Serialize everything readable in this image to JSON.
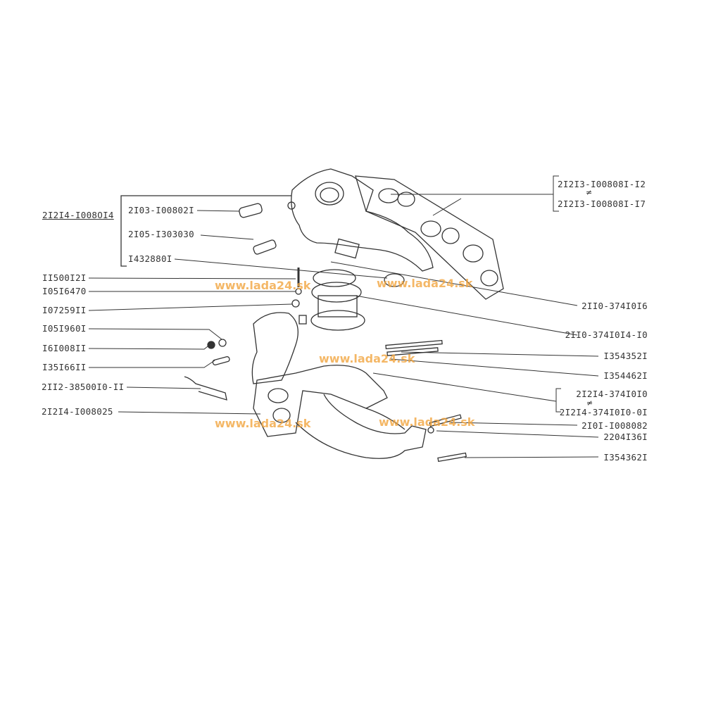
{
  "assembly_label": "2I2I4-I008OI4",
  "left_labels": [
    "2I03-I00802I",
    "2I05-I303030",
    "I432880I",
    "II500I2I",
    "I05I6470",
    "I07259II",
    "I05I960I",
    "I6I008II",
    "I35I66II",
    "2II2-38500I0-II",
    "2I2I4-I008025"
  ],
  "gasket_group": {
    "a": "2I2I3-I00808I-I2",
    "b": "2I2I3-I00808I-I7",
    "sep": "≠"
  },
  "right_labels": [
    "2II0-374I0I6",
    "2II0-374I0I4-I0",
    "I354352I",
    "I354462I"
  ],
  "heater_group": {
    "a": "2I2I4-374I0I0",
    "b": "2I2I4-374I0I0-0I",
    "sep": "≠"
  },
  "right_labels_lower": [
    "2I0I-I008082",
    "2204I36I",
    "I354362I"
  ],
  "watermarks": [
    "www.lada24.sk",
    "www.lada24.sk",
    "www.lada24.sk",
    "www.lada24.sk"
  ],
  "colors": {
    "line": "#333333",
    "watermark": "#f2a640"
  }
}
